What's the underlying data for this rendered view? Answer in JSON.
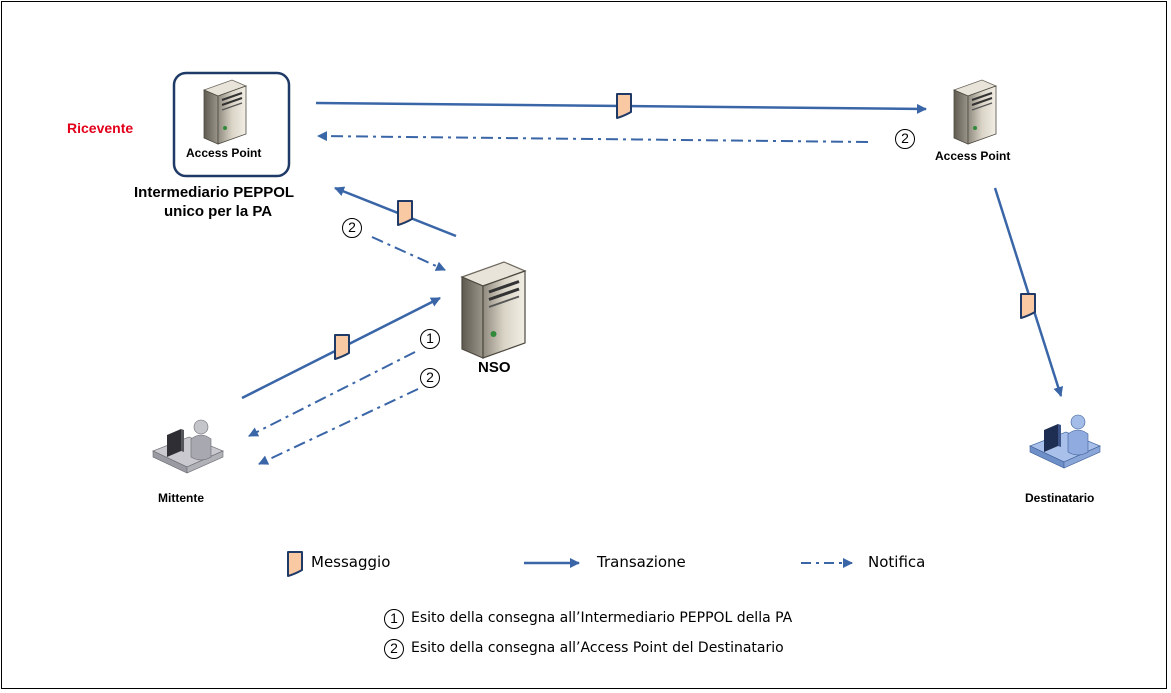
{
  "colors": {
    "arrow": "#3a66a8",
    "message_fill": "#f9c9a4",
    "message_stroke": "#1f3a66",
    "box_border": "#1f3a66",
    "receiver_text": "#e3001b"
  },
  "nodes": {
    "receiver_role": "Ricevente",
    "ap_left": "Access Point",
    "intermediary_line1": "Intermediario PEPPOL",
    "intermediary_line2": "unico per la PA",
    "ap_right": "Access Point",
    "nso": "NSO",
    "sender": "Mittente",
    "recipient": "Destinatario"
  },
  "markers": {
    "one": "1",
    "two": "2"
  },
  "legend": {
    "message": "Messaggio",
    "transaction": "Transazione",
    "notification": "Notifica"
  },
  "notes": [
    {
      "num": "1",
      "text": "Esito della consegna all’Intermediario PEPPOL della PA"
    },
    {
      "num": "2",
      "text": "Esito della consegna all’Access Point del Destinatario"
    }
  ],
  "icons": {
    "server": "server-icon",
    "user": "user-workstation-icon",
    "message": "message-icon"
  }
}
